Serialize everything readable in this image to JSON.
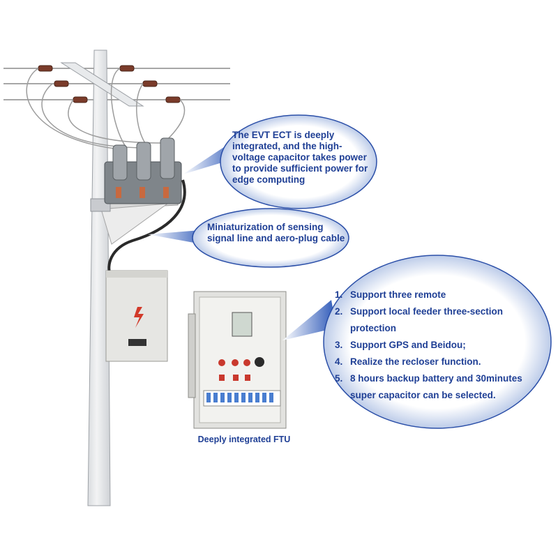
{
  "callouts": {
    "sensor": "The EVT ECT is deeply integrated, and the high-voltage capacitor takes power to provide sufficient power for edge computing",
    "cable": "Miniaturization of sensing signal line and aero-plug cable",
    "features": [
      {
        "num": "1.",
        "text": "Support three remote"
      },
      {
        "num": "2.",
        "text": "Support local feeder three-section protection"
      },
      {
        "num": "3.",
        "text": "Support GPS and Beidou;"
      },
      {
        "num": "4.",
        "text": "Realize the recloser function."
      },
      {
        "num": "5.",
        "text": "8 hours backup battery and 30minutes super capacitor can be selected."
      }
    ]
  },
  "caption": "Deeply integrated FTU",
  "colors": {
    "text": "#1f3f95",
    "bubble_edge": "#2b4fa8",
    "pole": "#e9ebee",
    "cabinet": "#e5e5e2",
    "lightning": "#d23a2a"
  },
  "icons": {
    "warning": "lightning-bolt-icon"
  }
}
